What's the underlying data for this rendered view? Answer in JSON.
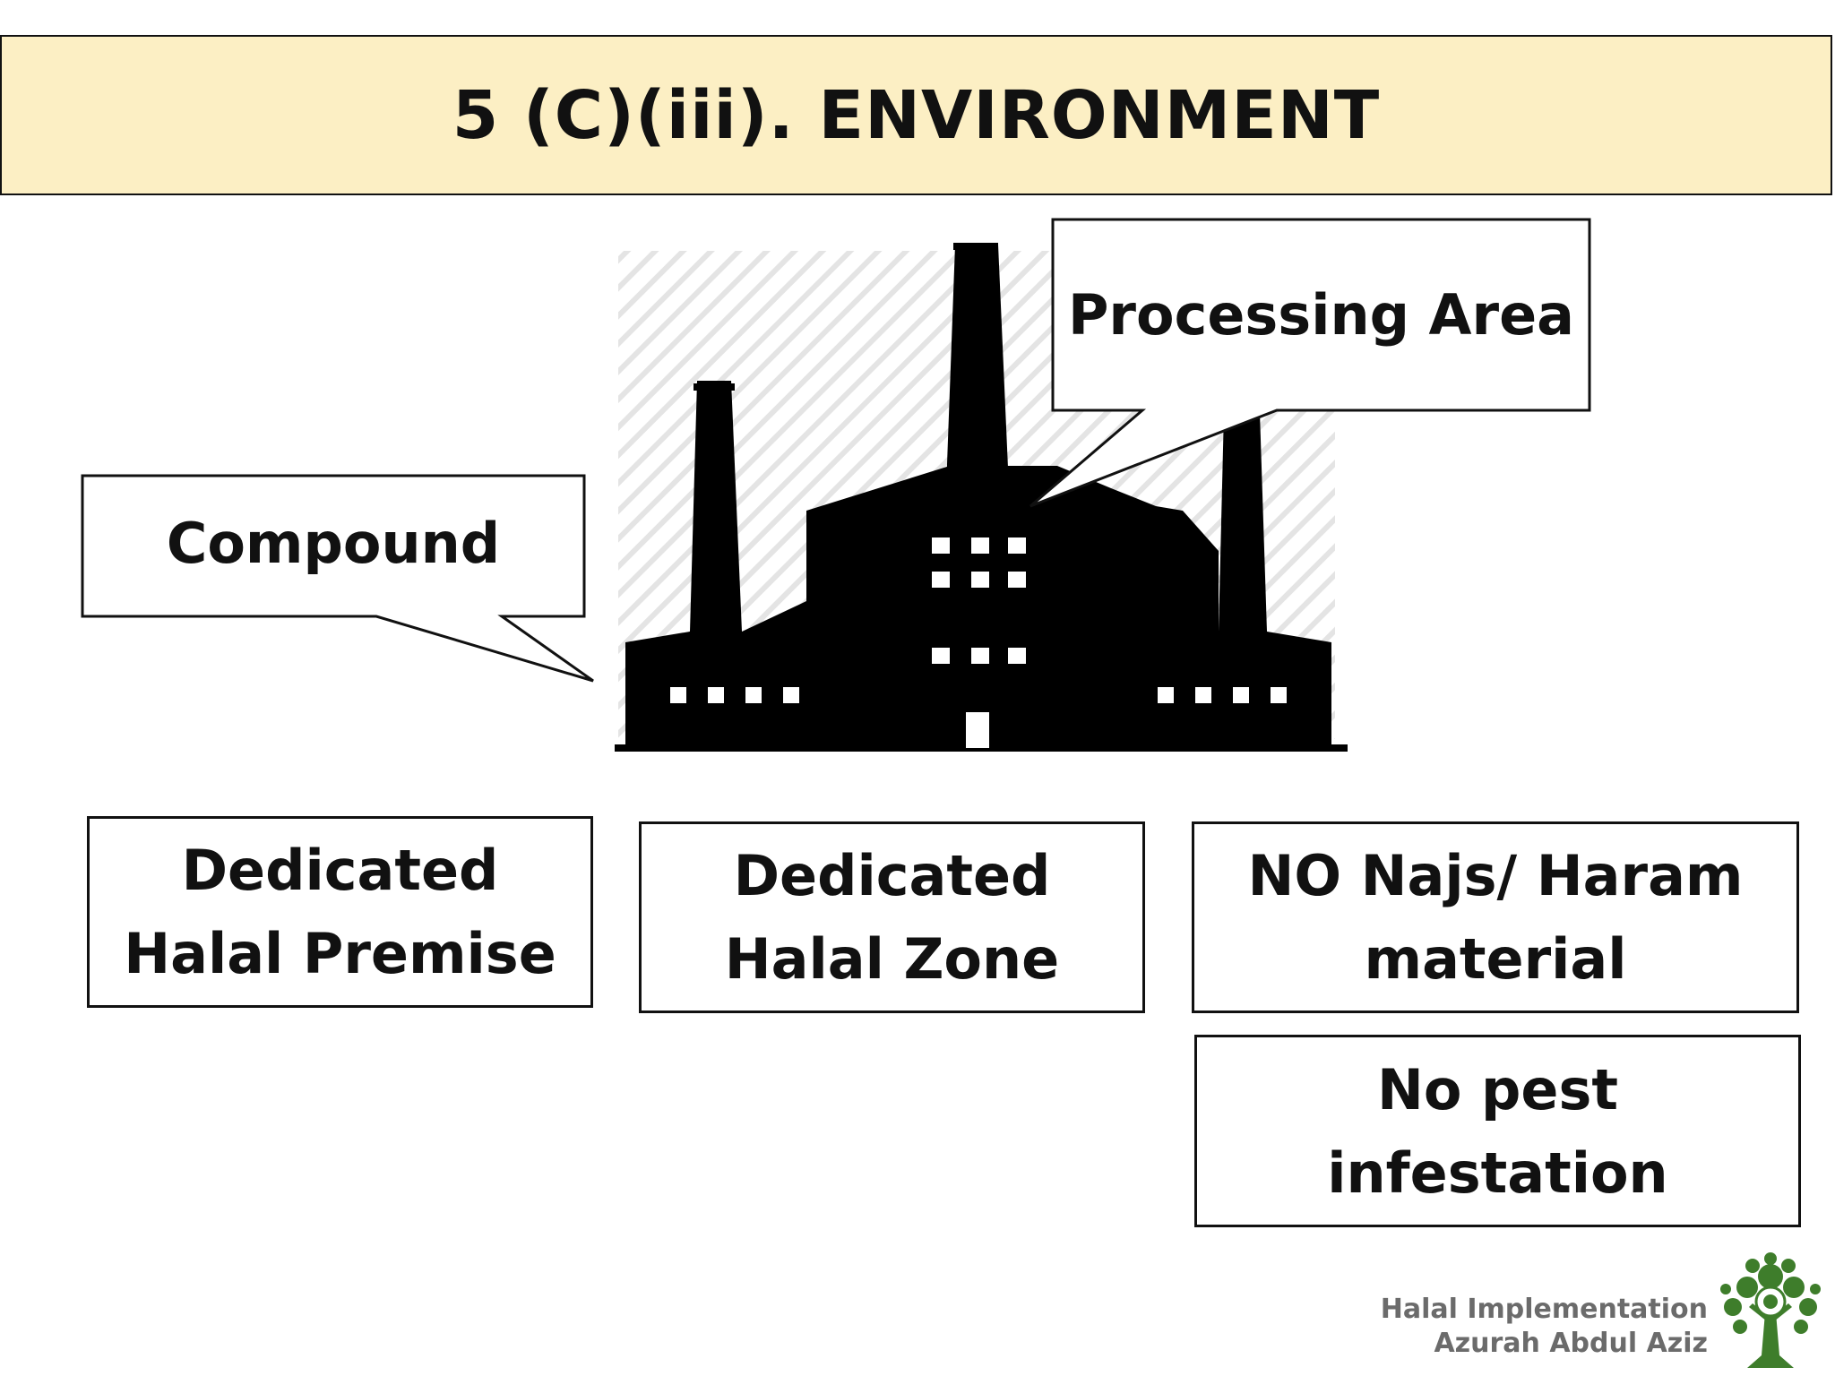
{
  "slide": {
    "title": "5 (C)(iii). ENVIRONMENT"
  },
  "callouts": {
    "compound": "Compound",
    "processing_area": "Processing Area"
  },
  "boxes": {
    "premise_line1": "Dedicated",
    "premise_line2": "Halal Premise",
    "zone_line1": "Dedicated",
    "zone_line2": "Halal Zone",
    "najs_line1": "NO Najs/ Haram",
    "najs_line2": "material",
    "pest": "No pest infestation"
  },
  "footer": {
    "line1": "Halal Implementation",
    "line2": "Azurah Abdul Aziz"
  },
  "colors": {
    "title_background": "#fcefc4",
    "factory_fill": "#000000",
    "footer_text": "#6b6b6b",
    "logo_green": "#3e7d2b"
  },
  "icons": {
    "factory": "factory-icon",
    "logo": "tree-logo-icon"
  }
}
